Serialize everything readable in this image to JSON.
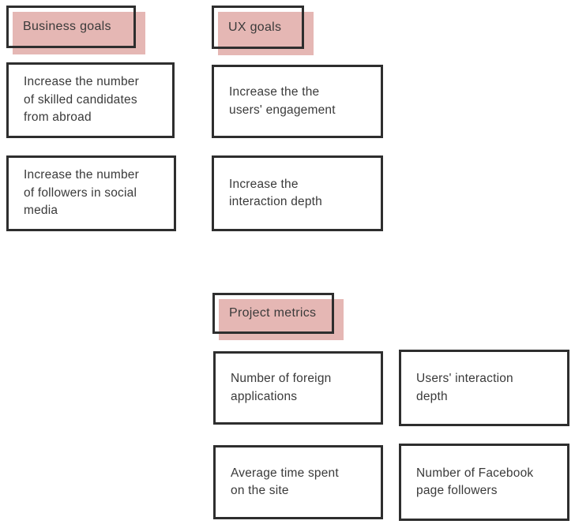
{
  "colors": {
    "pink": "#e5b7b4",
    "border": "#2e2e2e",
    "text": "#3a3a3a",
    "background": "#ffffff"
  },
  "sections": {
    "business": {
      "header": "Business goals",
      "items": [
        "Increase the number\nof skilled candidates\nfrom abroad",
        "Increase the number\nof followers in social\nmedia"
      ]
    },
    "ux": {
      "header": "UX goals",
      "items": [
        "Increase the the\nusers' engagement",
        "Increase the\ninteraction depth"
      ]
    },
    "metrics": {
      "header": "Project metrics",
      "items": [
        "Number of foreign\napplications",
        "Users' interaction\ndepth",
        "Average time spent\non the site",
        "Number of Facebook\npage followers"
      ]
    }
  }
}
